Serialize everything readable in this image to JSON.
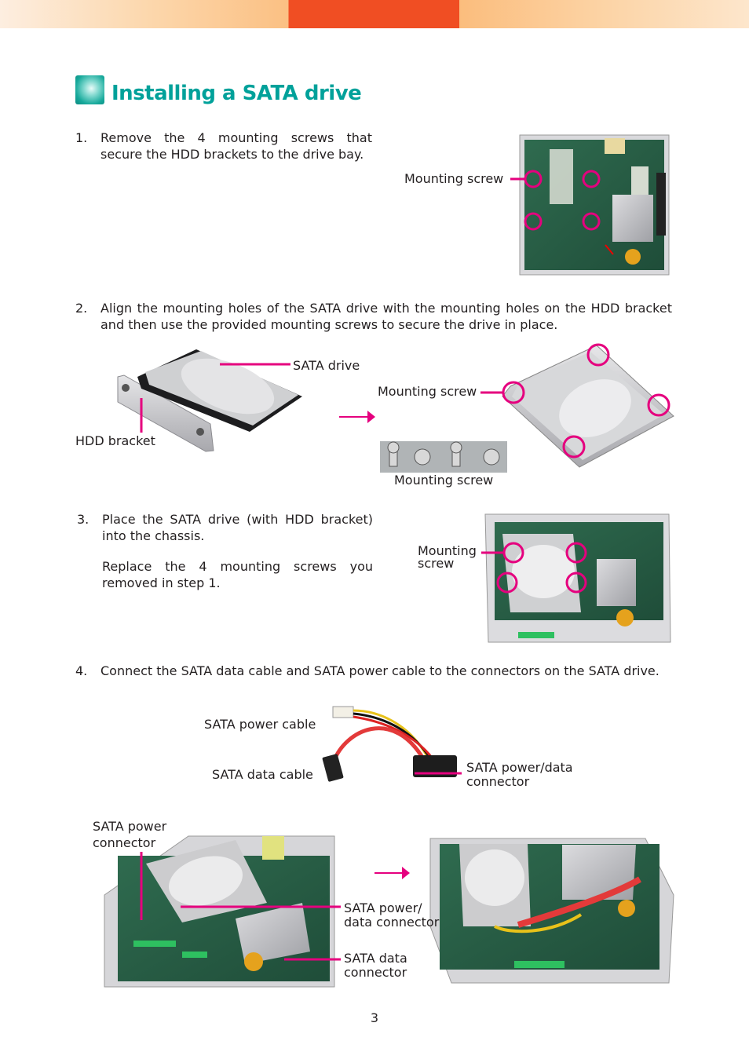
{
  "header": {
    "title": "Installing a SATA drive"
  },
  "steps": [
    {
      "number": "1.",
      "text": "Remove the 4 mounting screws that secure the HDD brackets to the drive bay."
    },
    {
      "number": "2.",
      "text": "Align the mounting holes of the SATA drive with the mounting holes on the HDD bracket and then use the provided mounting screws to secure the drive in place."
    },
    {
      "number": "3.",
      "text": "Place the SATA drive (with HDD bracket) into the chassis.",
      "text2": "Replace the 4 mounting screws you removed in step 1."
    },
    {
      "number": "4.",
      "text": "Connect the SATA data cable and SATA power cable to the connectors on the SATA drive."
    }
  ],
  "labels": {
    "mounting_screw": "Mounting screw",
    "sata_drive": "SATA drive",
    "hdd_bracket": "HDD bracket",
    "mounting_screw_2a": "Mounting",
    "mounting_screw_2b": "screw",
    "sata_power_cable": "SATA power cable",
    "sata_data_cable": "SATA data cable",
    "sata_power_data_connector_a": "SATA power/data",
    "sata_power_data_connector_b": "connector",
    "sata_power_connector_a": "SATA power",
    "sata_power_connector_b": "connector",
    "sata_power_data_conn2_a": "SATA power/",
    "sata_power_data_conn2_b": "data connector",
    "sata_data_connector_a": "SATA data",
    "sata_data_connector_b": "connector"
  },
  "colors": {
    "accent": "#00a19a",
    "callout": "#e5007e",
    "header_orange": "#f04e23"
  },
  "footer": {
    "page_number": "3"
  }
}
